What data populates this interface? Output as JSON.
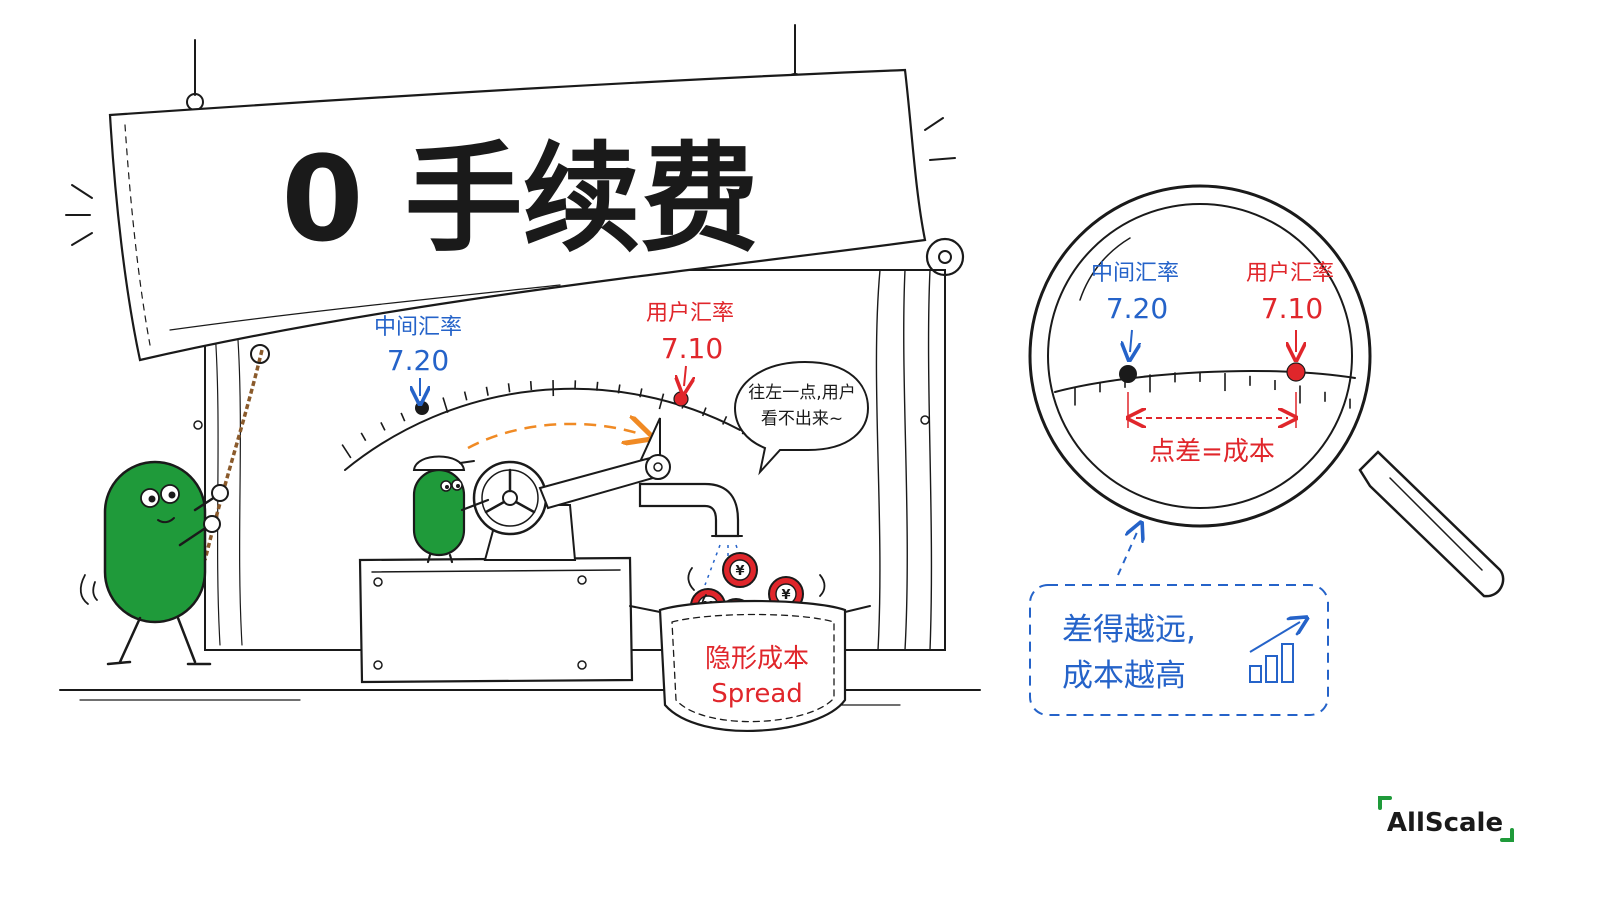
{
  "banner": {
    "title": "0 手续费"
  },
  "dial": {
    "mid_rate_label": "中间汇率",
    "mid_rate_value": "7.20",
    "user_rate_label": "用户汇率",
    "user_rate_value": "7.10"
  },
  "speech_bubble": {
    "line1": "往左一点,用户",
    "line2": "看不出来~"
  },
  "pocket": {
    "label_cn": "隐形成本",
    "label_en": "Spread"
  },
  "coin_symbol": "¥",
  "magnifier": {
    "mid_rate_label": "中间汇率",
    "mid_rate_value": "7.20",
    "user_rate_label": "用户汇率",
    "user_rate_value": "7.10",
    "gap_label": "点差=成本"
  },
  "note": {
    "line1": "差得越远,",
    "line2": "成本越高"
  },
  "brand": {
    "name": "AllScale"
  },
  "colors": {
    "blue": "#2563c9",
    "red": "#e0262b",
    "green": "#1f9a3a",
    "ink": "#1a1a1a",
    "orange": "#f08a24"
  },
  "icons": [
    "rope-icon",
    "crank-wheel-icon",
    "faucet-icon",
    "yuan-coin-icon",
    "magnifier-icon",
    "bar-chart-rising-icon",
    "allscale-logo-icon"
  ]
}
